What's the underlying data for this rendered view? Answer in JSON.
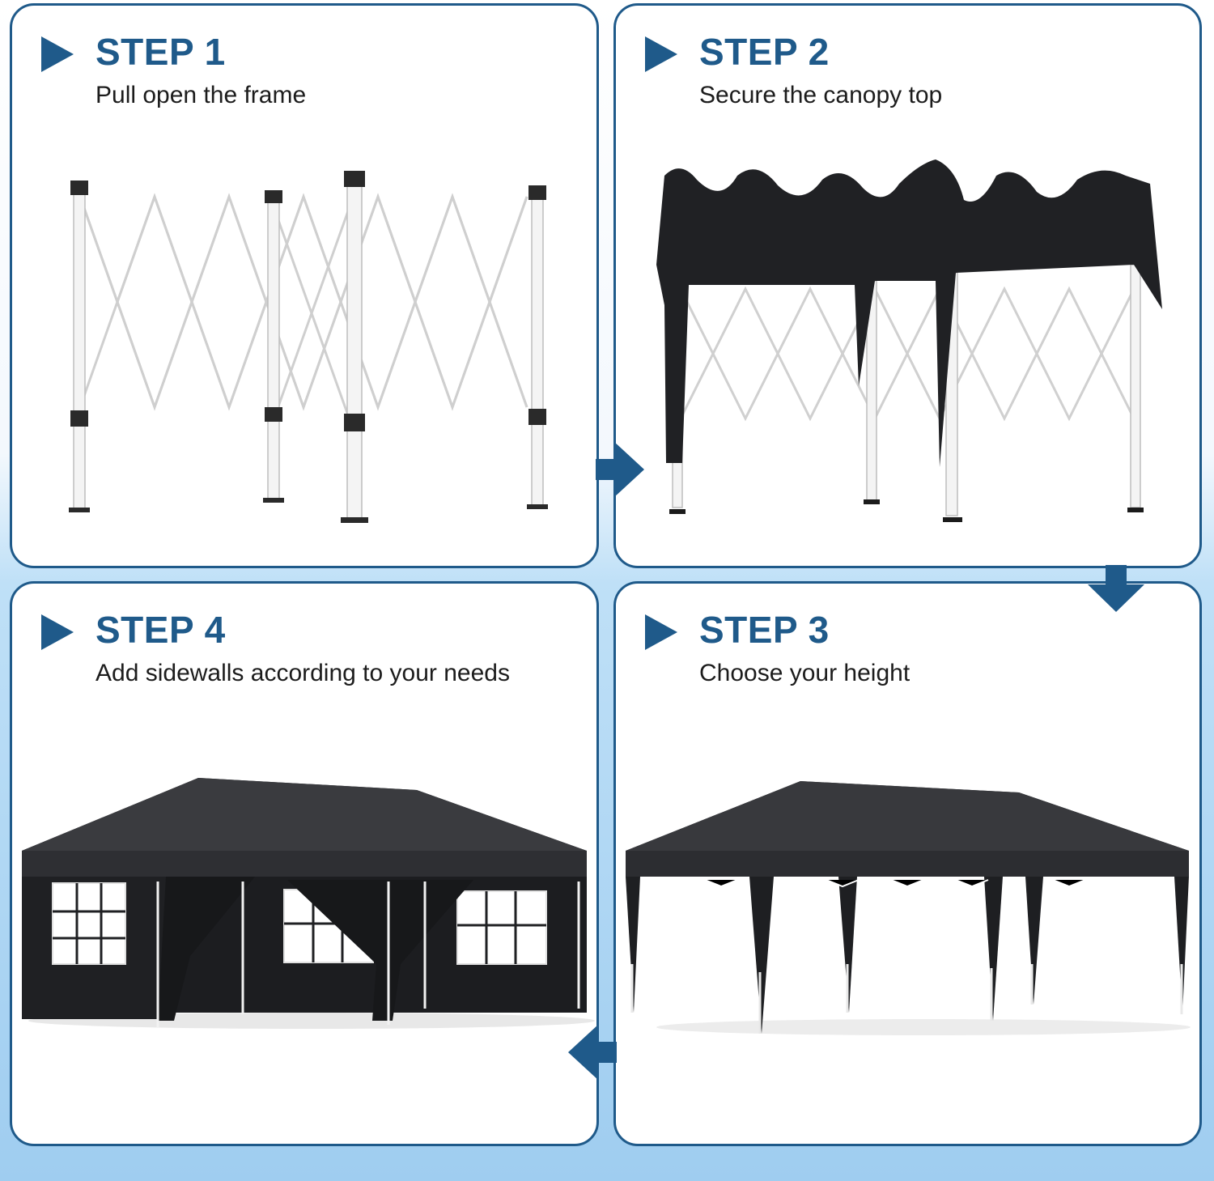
{
  "colors": {
    "accent": "#1f5a8a",
    "canopy": "#26272a",
    "frame": "#f2f2f2"
  },
  "icons": {
    "step_marker": "play-triangle-icon",
    "flow_arrow": "flow-arrow-icon"
  },
  "steps": [
    {
      "title": "STEP 1",
      "subtitle": "Pull open the frame"
    },
    {
      "title": "STEP 2",
      "subtitle": "Secure the canopy top"
    },
    {
      "title": "STEP 3",
      "subtitle": "Choose your height"
    },
    {
      "title": "STEP 4",
      "subtitle": "Add sidewalls according to your needs"
    }
  ]
}
